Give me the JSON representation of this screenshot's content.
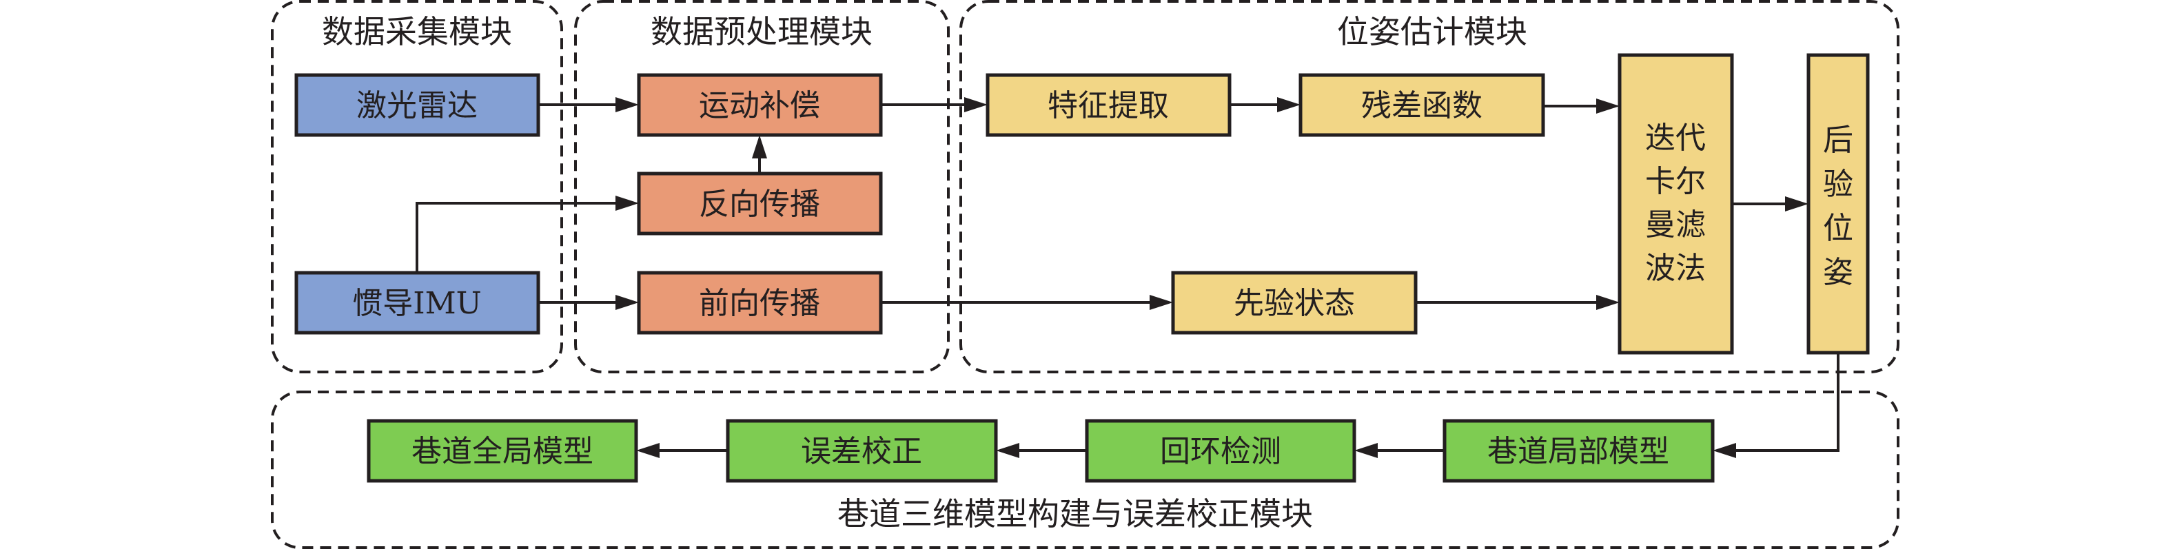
{
  "colors": {
    "sensor": "#84A0D4",
    "preprocess": "#E99A76",
    "estimate": "#F2D686",
    "model": "#7ECC52",
    "line": "#231F20"
  },
  "modules": [
    {
      "id": "data-acquisition",
      "label": "数据采集模块"
    },
    {
      "id": "data-preprocessing",
      "label": "数据预处理模块"
    },
    {
      "id": "pose-estimation",
      "label": "位姿估计模块"
    },
    {
      "id": "model-construction",
      "label": "巷道三维模型构建与误差校正模块"
    }
  ],
  "nodes": {
    "lidar": {
      "label": "激光雷达",
      "group": "sensor"
    },
    "imu": {
      "label": "惯导IMU",
      "group": "sensor"
    },
    "motion_comp": {
      "label": "运动补偿",
      "group": "preprocess"
    },
    "back_prop": {
      "label": "反向传播",
      "group": "preprocess"
    },
    "fwd_prop": {
      "label": "前向传播",
      "group": "preprocess"
    },
    "feature": {
      "label": "特征提取",
      "group": "estimate"
    },
    "residual": {
      "label": "残差函数",
      "group": "estimate"
    },
    "prior": {
      "label": "先验状态",
      "group": "estimate"
    },
    "iekf": {
      "label_lines": [
        "迭代",
        "卡尔",
        "曼滤",
        "波法"
      ],
      "group": "estimate"
    },
    "posterior": {
      "label_lines": [
        "后",
        "验",
        "位",
        "姿"
      ],
      "group": "estimate"
    },
    "local_model": {
      "label": "巷道局部模型",
      "group": "model"
    },
    "loop_detect": {
      "label": "回环检测",
      "group": "model"
    },
    "error_corr": {
      "label": "误差校正",
      "group": "model"
    },
    "global_model": {
      "label": "巷道全局模型",
      "group": "model"
    }
  },
  "edges": [
    {
      "from": "lidar",
      "to": "motion_comp"
    },
    {
      "from": "imu",
      "to": "back_prop"
    },
    {
      "from": "imu",
      "to": "fwd_prop"
    },
    {
      "from": "back_prop",
      "to": "motion_comp"
    },
    {
      "from": "motion_comp",
      "to": "feature"
    },
    {
      "from": "feature",
      "to": "residual"
    },
    {
      "from": "residual",
      "to": "iekf"
    },
    {
      "from": "fwd_prop",
      "to": "prior"
    },
    {
      "from": "prior",
      "to": "iekf"
    },
    {
      "from": "iekf",
      "to": "posterior"
    },
    {
      "from": "posterior",
      "to": "local_model"
    },
    {
      "from": "local_model",
      "to": "loop_detect"
    },
    {
      "from": "loop_detect",
      "to": "error_corr"
    },
    {
      "from": "error_corr",
      "to": "global_model"
    }
  ]
}
